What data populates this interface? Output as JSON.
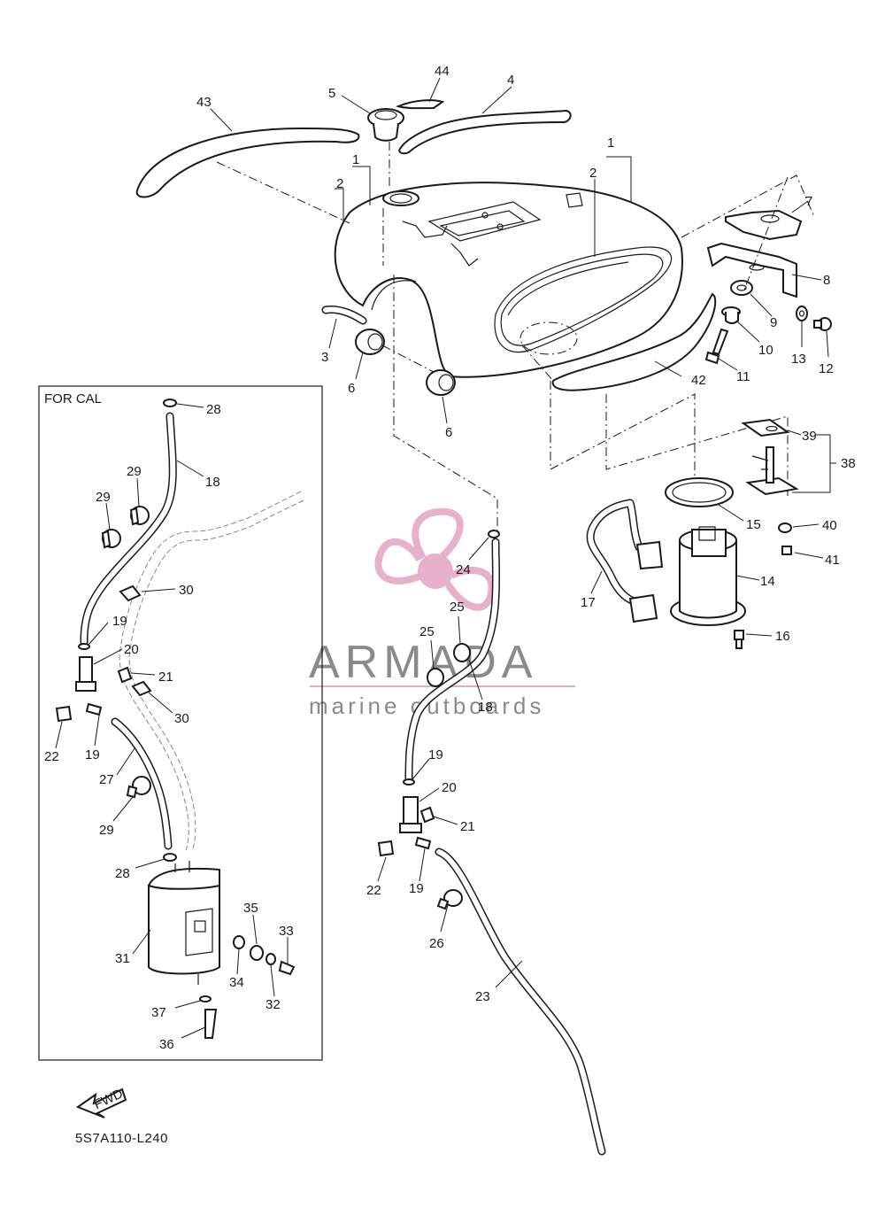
{
  "callouts": {
    "n1a": "1",
    "n2a": "2",
    "n1b": "1",
    "n2b": "2",
    "n3": "3",
    "n4": "4",
    "n5": "5",
    "n6a": "6",
    "n6b": "6",
    "n7": "7",
    "n8": "8",
    "n9": "9",
    "n10": "10",
    "n11": "11",
    "n12": "12",
    "n13": "13",
    "n14": "14",
    "n15": "15",
    "n16": "16",
    "n17": "17",
    "n18a": "18",
    "n18b": "18",
    "n19a": "19",
    "n19b": "19",
    "n19c": "19",
    "n19d": "19",
    "n20a": "20",
    "n20b": "20",
    "n21a": "21",
    "n21b": "21",
    "n22a": "22",
    "n22b": "22",
    "n23": "23",
    "n24": "24",
    "n25a": "25",
    "n25b": "25",
    "n26": "26",
    "n27": "27",
    "n28a": "28",
    "n28b": "28",
    "n29a": "29",
    "n29b": "29",
    "n29c": "29",
    "n30a": "30",
    "n30b": "30",
    "n31": "31",
    "n32": "32",
    "n33": "33",
    "n34": "34",
    "n35": "35",
    "n36": "36",
    "n37": "37",
    "n38": "38",
    "n39": "39",
    "n40": "40",
    "n41": "41",
    "n42": "42",
    "n43": "43",
    "n44": "44"
  },
  "inset_label": "FOR CAL",
  "fwd_label": "FWD",
  "diagram_code": "5S7A110-L240",
  "watermark": {
    "brand": "ARMADA",
    "tagline": "marine outboards",
    "logo_color": "#e6a9c6",
    "text_color": "#8a8a8a"
  }
}
